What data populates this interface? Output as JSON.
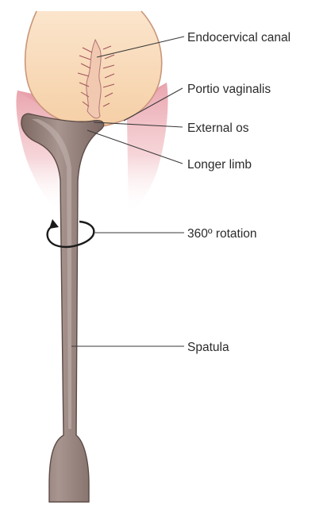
{
  "labels": {
    "endocervical_canal": "Endocervical canal",
    "portio_vaginalis": "Portio vaginalis",
    "external_os": "External os",
    "longer_limb": "Longer limb",
    "rotation": "360º rotation",
    "spatula": "Spatula"
  },
  "colors": {
    "cervix_fill": "#f8d9b8",
    "cervix_outline": "#c9967a",
    "vaginal_wall": "#e8a0aa",
    "spatula_fill": "#9a8580",
    "spatula_outline": "#5c4a45",
    "canal_lines": "#a0525a",
    "leader_lines": "#3a3a3a"
  }
}
